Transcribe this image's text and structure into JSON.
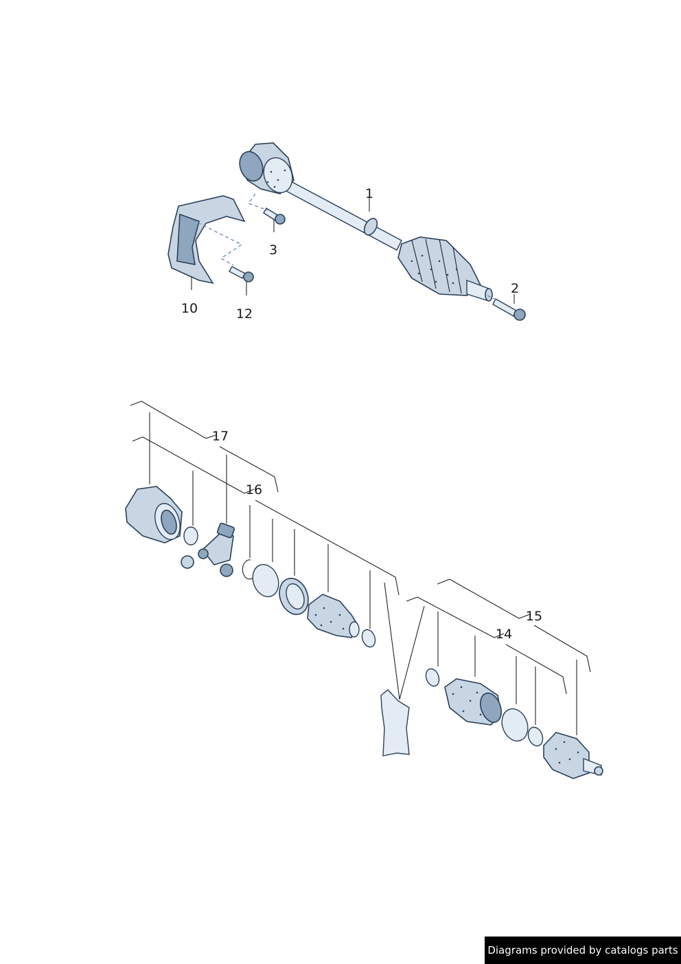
{
  "callouts": {
    "c1": "1",
    "c2": "2",
    "c3": "3",
    "c10": "10",
    "c12": "12",
    "c14": "14",
    "c15": "15",
    "c16": "16",
    "c17": "17"
  },
  "footer": {
    "text": "Diagrams provided by catalogs parts"
  },
  "colors": {
    "part_fill": "#c8d6e4",
    "part_stroke": "#2a3f57",
    "banner_bg": "#000000",
    "banner_text": "#ffffff"
  }
}
